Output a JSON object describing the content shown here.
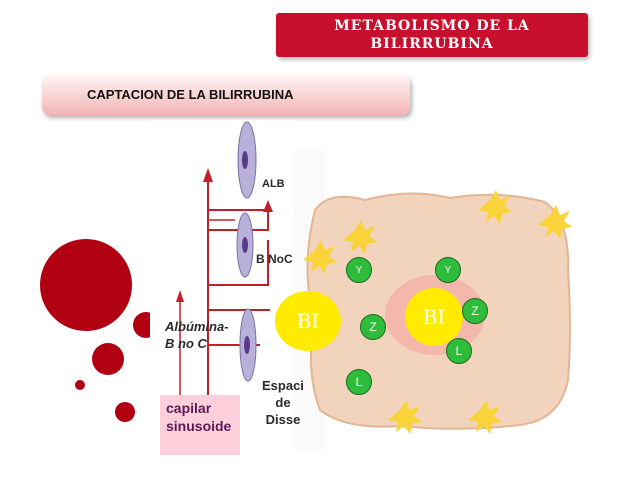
{
  "header": {
    "title_line1": "METABOLISMO DE LA",
    "title_line2": "BILIRRUBINA"
  },
  "section": {
    "label": "CAPTACION DE LA BILIRRUBINA"
  },
  "diagram": {
    "alb": "ALB",
    "bnoc": "B NoC",
    "albumina_line1": "Albúmina-",
    "albumina_line2": "B no C",
    "espacio_line1": "Espaci",
    "espacio_line2": "de",
    "espacio_line3": "Disse",
    "capilar_line1": "capilar",
    "capilar_line2": "sinusoide",
    "bi_left": "BI",
    "bi_right": "BI",
    "protein_y1": "Y",
    "protein_y2": "Y",
    "protein_z1": "Z",
    "protein_z2": "Z",
    "protein_l1": "L",
    "protein_l2": "L"
  },
  "colors": {
    "accent": "#c8102e",
    "dots": "#b00012",
    "cell": "#f2d3bc",
    "protein": "#2ebd3a",
    "bilirubin": "#ffeb00"
  }
}
